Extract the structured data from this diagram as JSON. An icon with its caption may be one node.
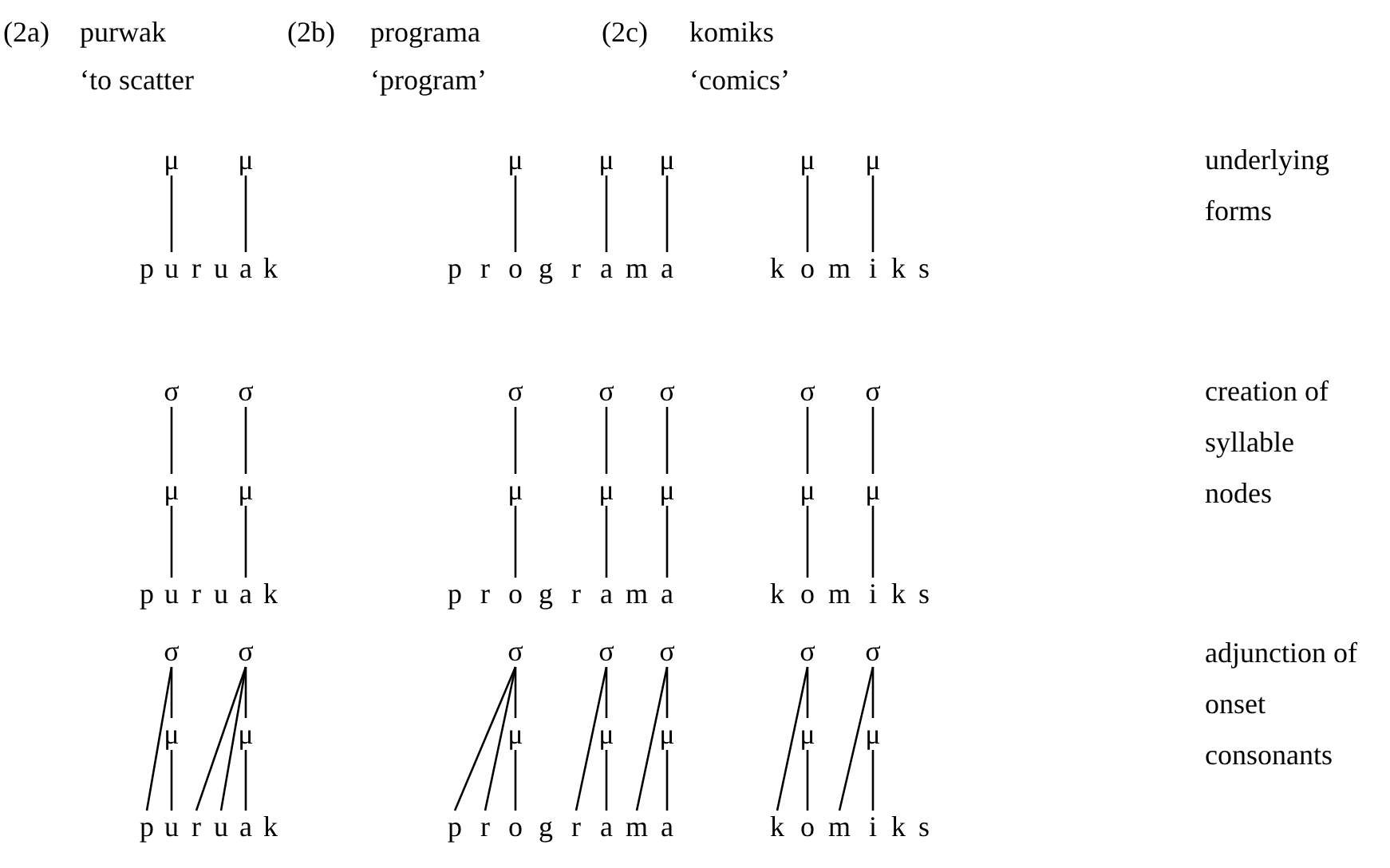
{
  "diagram": {
    "nodes": [
      {
        "text": [
          "μ"
        ]
      },
      {
        "text": [
          "μ"
        ]
      },
      {
        "text": [
          "μ"
        ]
      },
      {
        "text": [
          "μ"
        ]
      },
      {
        "text": [
          "μ"
        ]
      },
      {
        "text": [
          "μ"
        ]
      },
      {
        "text": [
          "μ"
        ]
      },
      {
        "text": [
          "p"
        ]
      },
      {
        "text": [
          "u"
        ]
      },
      {
        "text": [
          "r"
        ]
      },
      {
        "text": [
          "u"
        ]
      },
      {
        "text": [
          "a"
        ]
      },
      {
        "text": [
          "k"
        ]
      },
      {
        "text": [
          "p"
        ]
      },
      {
        "text": [
          "r"
        ]
      },
      {
        "text": [
          "o"
        ]
      },
      {
        "text": [
          "g"
        ]
      },
      {
        "text": [
          "r"
        ]
      },
      {
        "text": [
          "a"
        ]
      },
      {
        "text": [
          "m"
        ]
      },
      {
        "text": [
          "a"
        ]
      },
      {
        "text": [
          "k"
        ]
      },
      {
        "text": [
          "o"
        ]
      },
      {
        "text": [
          "m"
        ]
      },
      {
        "text": [
          "i"
        ]
      },
      {
        "text": [
          "k"
        ]
      },
      {
        "text": [
          "s"
        ]
      },
      {
        "text": [
          "σ"
        ]
      },
      {
        "text": [
          "σ"
        ]
      },
      {
        "text": [
          "σ"
        ]
      },
      {
        "text": [
          "σ"
        ]
      },
      {
        "text": [
          "σ"
        ]
      },
      {
        "text": [
          "σ"
        ]
      },
      {
        "text": [
          "σ"
        ]
      },
      {
        "text": [
          "μ"
        ]
      },
      {
        "text": [
          "μ"
        ]
      },
      {
        "text": [
          "μ"
        ]
      },
      {
        "text": [
          "μ"
        ]
      },
      {
        "text": [
          "μ"
        ]
      },
      {
        "text": [
          "μ"
        ]
      },
      {
        "text": [
          "μ"
        ]
      },
      {
        "text": [
          "p"
        ]
      },
      {
        "text": [
          "u"
        ]
      },
      {
        "text": [
          "r"
        ]
      },
      {
        "text": [
          "u"
        ]
      },
      {
        "text": [
          "a"
        ]
      },
      {
        "text": [
          "k"
        ]
      },
      {
        "text": [
          "p"
        ]
      },
      {
        "text": [
          "r"
        ]
      },
      {
        "text": [
          "o"
        ]
      },
      {
        "text": [
          "g"
        ]
      },
      {
        "text": [
          "r"
        ]
      },
      {
        "text": [
          "a"
        ]
      },
      {
        "text": [
          "m"
        ]
      },
      {
        "text": [
          "a"
        ]
      },
      {
        "text": [
          "k"
        ]
      },
      {
        "text": [
          "o"
        ]
      },
      {
        "text": [
          "m"
        ]
      },
      {
        "text": [
          "i"
        ]
      },
      {
        "text": [
          "k"
        ]
      },
      {
        "text": [
          "s"
        ]
      },
      {
        "text": [
          "σ"
        ]
      },
      {
        "text": [
          "σ"
        ]
      },
      {
        "text": [
          "σ"
        ]
      },
      {
        "text": [
          "σ"
        ]
      },
      {
        "text": [
          "σ"
        ]
      },
      {
        "text": [
          "σ"
        ]
      },
      {
        "text": [
          "σ"
        ]
      },
      {
        "text": [
          "μ"
        ]
      },
      {
        "text": [
          "μ"
        ]
      },
      {
        "text": [
          "μ"
        ]
      },
      {
        "text": [
          "μ"
        ]
      },
      {
        "text": [
          "μ"
        ]
      },
      {
        "text": [
          "μ"
        ]
      },
      {
        "text": [
          "μ"
        ]
      },
      {
        "text": [
          "p"
        ]
      },
      {
        "text": [
          "u"
        ]
      },
      {
        "text": [
          "r"
        ]
      },
      {
        "text": [
          "u"
        ]
      },
      {
        "text": [
          "a"
        ]
      },
      {
        "text": [
          "k"
        ]
      },
      {
        "text": [
          "p"
        ]
      },
      {
        "text": [
          "r"
        ]
      },
      {
        "text": [
          "o"
        ]
      },
      {
        "text": [
          "g"
        ]
      },
      {
        "text": [
          "r"
        ]
      },
      {
        "text": [
          "a"
        ]
      },
      {
        "text": [
          "m"
        ]
      },
      {
        "text": [
          "a"
        ]
      },
      {
        "text": [
          "k"
        ]
      },
      {
        "text": [
          "o"
        ]
      },
      {
        "text": [
          "m"
        ]
      },
      {
        "text": [
          "i"
        ]
      },
      {
        "text": [
          "k"
        ]
      },
      {
        "text": [
          "s"
        ]
      }
    ],
    "edges": [
      {
        "from": 0,
        "to": 8,
        "arrow": "none"
      },
      {
        "from": 1,
        "to": 11,
        "arrow": "none"
      },
      {
        "from": 2,
        "to": 15,
        "arrow": "none"
      },
      {
        "from": 3,
        "to": 18,
        "arrow": "none"
      },
      {
        "from": 4,
        "to": 20,
        "arrow": "none"
      },
      {
        "from": 5,
        "to": 22,
        "arrow": "none"
      },
      {
        "from": 6,
        "to": 24,
        "arrow": "none"
      },
      {
        "from": 27,
        "to": 34,
        "arrow": "none"
      },
      {
        "from": 28,
        "to": 35,
        "arrow": "none"
      },
      {
        "from": 29,
        "to": 36,
        "arrow": "none"
      },
      {
        "from": 30,
        "to": 37,
        "arrow": "none"
      },
      {
        "from": 31,
        "to": 38,
        "arrow": "none"
      },
      {
        "from": 32,
        "to": 39,
        "arrow": "none"
      },
      {
        "from": 33,
        "to": 40,
        "arrow": "none"
      },
      {
        "from": 34,
        "to": 42,
        "arrow": "none"
      },
      {
        "from": 35,
        "to": 45,
        "arrow": "none"
      },
      {
        "from": 36,
        "to": 49,
        "arrow": "none"
      },
      {
        "from": 37,
        "to": 52,
        "arrow": "none"
      },
      {
        "from": 38,
        "to": 54,
        "arrow": "none"
      },
      {
        "from": 39,
        "to": 56,
        "arrow": "none"
      },
      {
        "from": 40,
        "to": 58,
        "arrow": "none"
      },
      {
        "from": 61,
        "to": 68,
        "arrow": "none"
      },
      {
        "from": 62,
        "to": 69,
        "arrow": "none"
      },
      {
        "from": 63,
        "to": 70,
        "arrow": "none"
      },
      {
        "from": 64,
        "to": 71,
        "arrow": "none"
      },
      {
        "from": 65,
        "to": 72,
        "arrow": "none"
      },
      {
        "from": 66,
        "to": 73,
        "arrow": "none"
      },
      {
        "from": 67,
        "to": 74,
        "arrow": "none"
      },
      {
        "from": 68,
        "to": 76,
        "arrow": "none"
      },
      {
        "from": 69,
        "to": 79,
        "arrow": "none"
      },
      {
        "from": 70,
        "to": 83,
        "arrow": "none"
      },
      {
        "from": 71,
        "to": 86,
        "arrow": "none"
      },
      {
        "from": 72,
        "to": 88,
        "arrow": "none"
      },
      {
        "from": 73,
        "to": 90,
        "arrow": "none"
      },
      {
        "from": 74,
        "to": 92,
        "arrow": "none"
      },
      {
        "from": 61,
        "to": 75,
        "arrow": "none"
      },
      {
        "from": 62,
        "to": 77,
        "arrow": "none"
      },
      {
        "from": 62,
        "to": 78,
        "arrow": "none"
      },
      {
        "from": 63,
        "to": 81,
        "arrow": "none"
      },
      {
        "from": 63,
        "to": 82,
        "arrow": "none"
      },
      {
        "from": 64,
        "to": 85,
        "arrow": "none"
      },
      {
        "from": 65,
        "to": 87,
        "arrow": "none"
      },
      {
        "from": 66,
        "to": 89,
        "arrow": "none"
      },
      {
        "from": 67,
        "to": 91,
        "arrow": "none"
      }
    ],
    "labels": [
      "(2a)",
      "purwak",
      "‘to scatter",
      "(2b)",
      "programa",
      "‘program’",
      "(2c)",
      "komiks",
      "‘comics’",
      "underlying forms",
      "creation of syllable nodes",
      "adjunction of onset consonants"
    ]
  }
}
